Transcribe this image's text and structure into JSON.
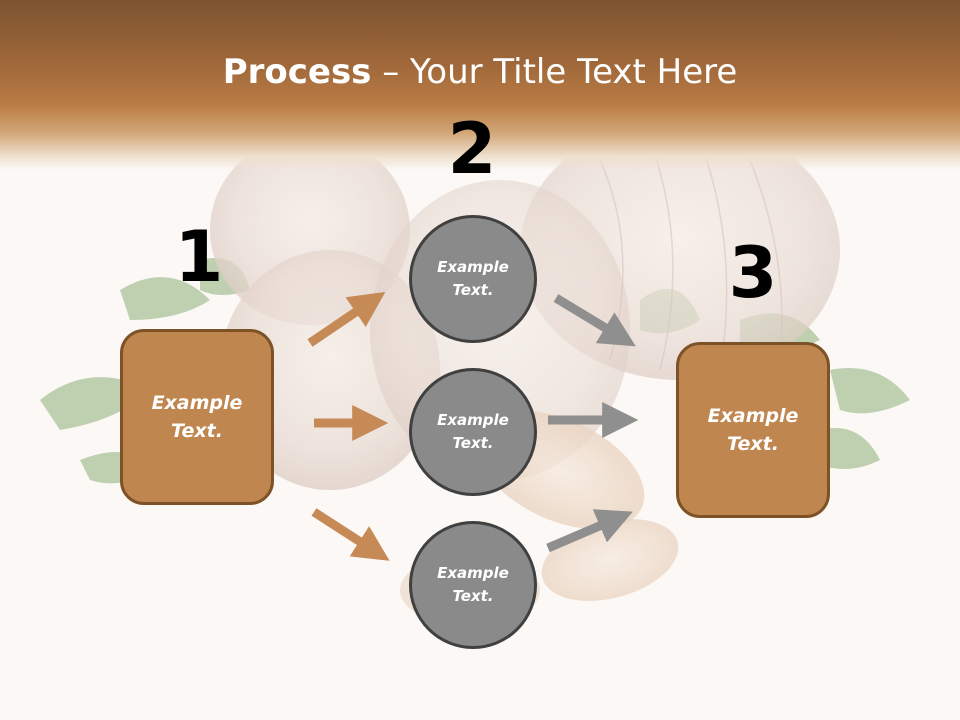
{
  "slide": {
    "title_bold": "Process",
    "title_rest": " – Your Title Text Here"
  },
  "steps": [
    {
      "number": "1"
    },
    {
      "number": "2"
    },
    {
      "number": "3"
    }
  ],
  "left_box": {
    "text": "Example Text."
  },
  "right_box": {
    "text": "Example Text."
  },
  "circles": [
    {
      "text": "Example Text."
    },
    {
      "text": "Example Text."
    },
    {
      "text": "Example Text."
    }
  ],
  "colors": {
    "brand_brown": "#c08650",
    "brand_brown_dark": "#7d5226",
    "circle_gray": "#8a8a8a",
    "circle_border": "#404040",
    "arrow_orange": "#c68a56",
    "arrow_gray": "#8f8f8f"
  }
}
